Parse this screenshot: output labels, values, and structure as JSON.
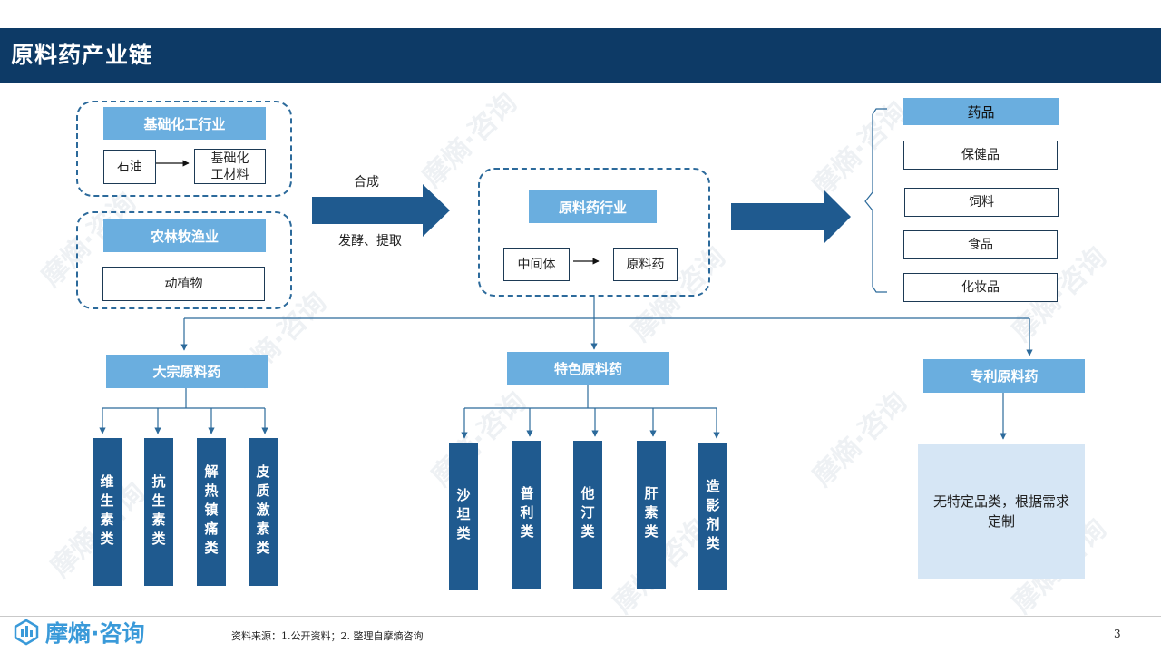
{
  "title": "原料药产业链",
  "upstream": {
    "chem_label": "基础化工行业",
    "petroleum": "石油",
    "basic_material": "基础化\n工材料",
    "agri_label": "农林牧渔业",
    "plants_animals": "动植物"
  },
  "process": {
    "synthesis": "合成",
    "fermentation": "发酵、提取"
  },
  "midstream": {
    "label": "原料药行业",
    "intermediate": "中间体",
    "api": "原料药"
  },
  "downstream": [
    "药品",
    "保健品",
    "饲料",
    "食品",
    "化妆品"
  ],
  "categories": {
    "bulk": {
      "label": "大宗原料药",
      "items": [
        "维生素类",
        "抗生素类",
        "解热镇痛类",
        "皮质激素类"
      ]
    },
    "specialty": {
      "label": "特色原料药",
      "items": [
        "沙坦类",
        "普利类",
        "他汀类",
        "肝素类",
        "造影剂类"
      ]
    },
    "patent": {
      "label": "专利原料药",
      "note": "无特定品类，根据需求定制"
    }
  },
  "footer": {
    "brand": "摩熵·咨询",
    "source": "资料来源：1.公开资料；2. 整理自摩熵咨询",
    "page": "3"
  },
  "colors": {
    "header": "#0d3a66",
    "label_fill": "#6aaedf",
    "bar_fill": "#1f5a8f",
    "arrow_fill": "#1f5a8f",
    "note_fill": "#d6e6f5",
    "brand": "#3a9ad9"
  }
}
